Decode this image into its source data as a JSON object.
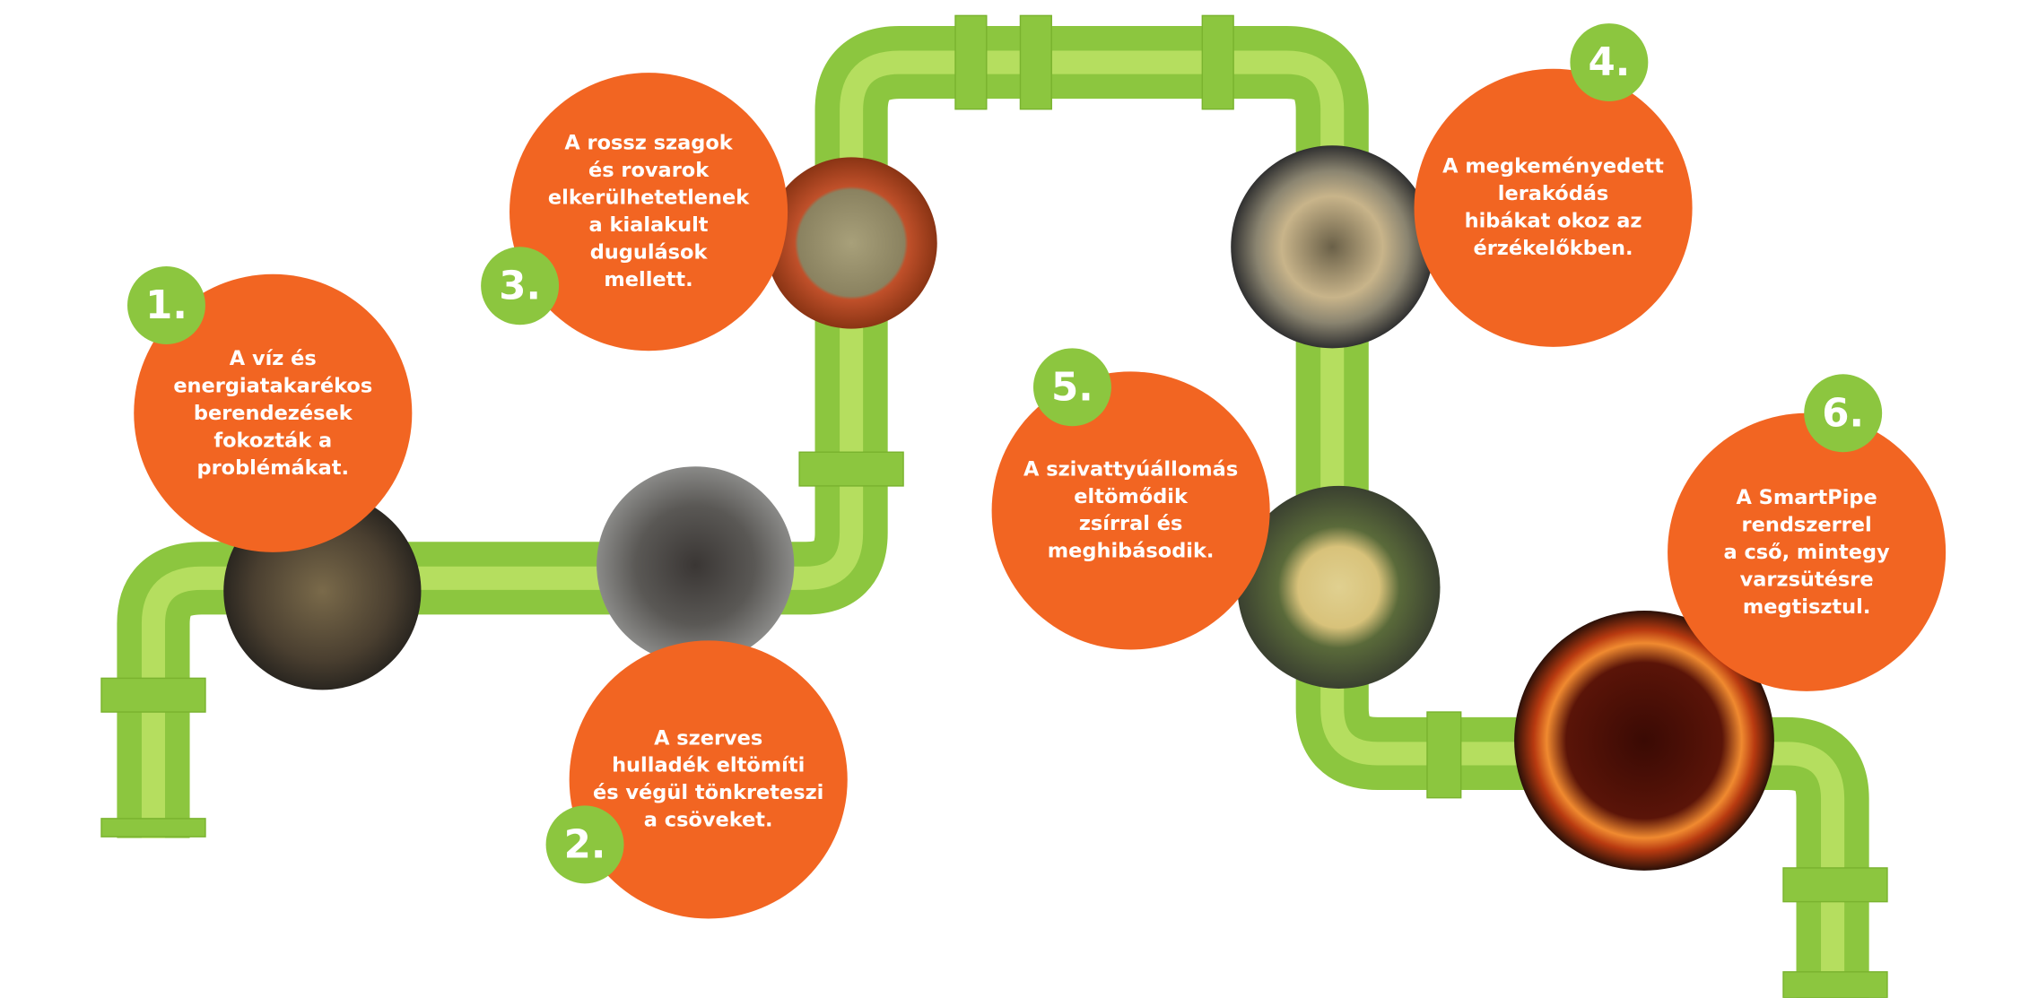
{
  "colors": {
    "pipe": "#8cc63f",
    "pipe_light": "#b5de5f",
    "bubble": "#f26522",
    "badge": "#8cc63f"
  },
  "steps": [
    {
      "number": "1.",
      "text": "A víz és\nenergiatakarékos\nberendezések\nfokozták a\nproblémákat."
    },
    {
      "number": "2.",
      "text": "A szerves\nhulladék eltömíti\nés végül tönkreteszi\na csöveket."
    },
    {
      "number": "3.",
      "text": "A rossz szagok\nés rovarok\nelkerülhetetlenek\na kialakult\ndugulások\nmellett."
    },
    {
      "number": "4.",
      "text": "A megkeményedett\nlerakódás\nhibákat okoz az\nérzékelőkben."
    },
    {
      "number": "5.",
      "text": "A szivattyúállomás\neltömődik\nzsírral és\nmeghibásodik."
    },
    {
      "number": "6.",
      "text": "A SmartPipe\nrendszerrel\na cső, mintegy\nvarzsütésre\nmegtisztul."
    }
  ]
}
